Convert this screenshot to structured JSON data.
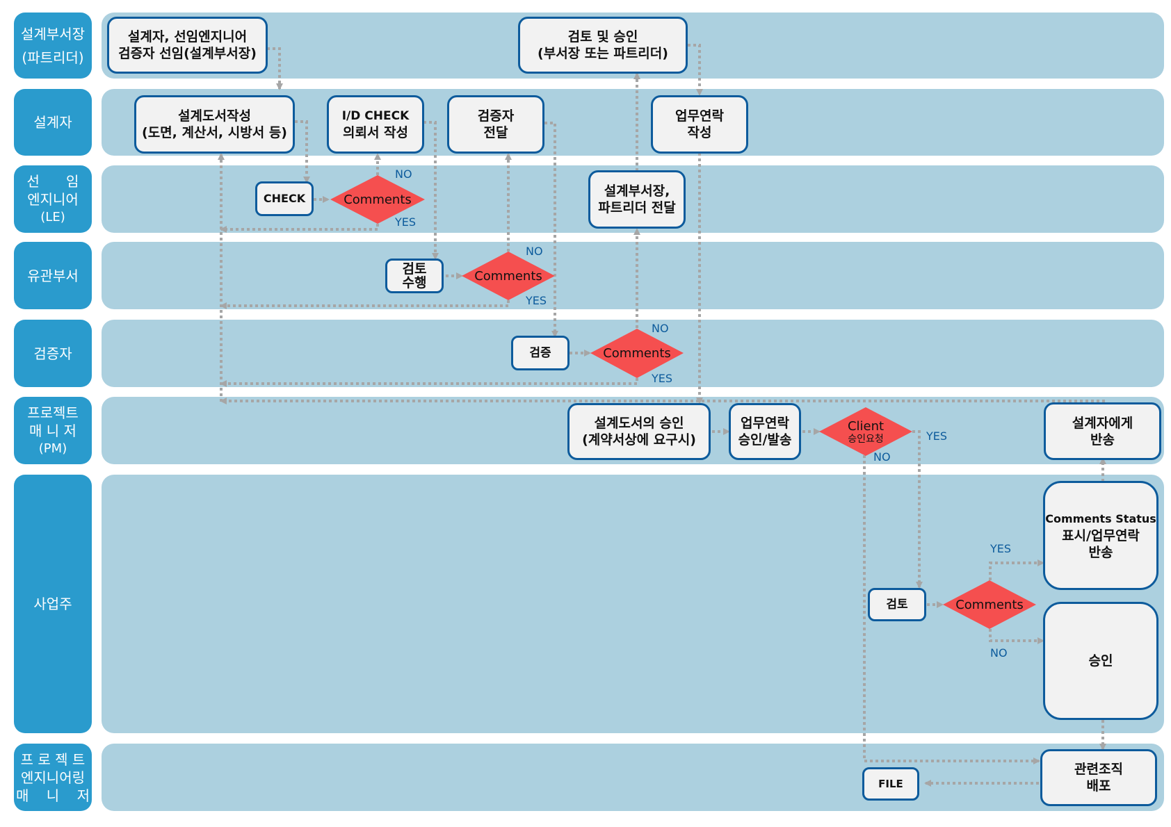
{
  "lanes": [
    {
      "id": "dept-head",
      "label": [
        "설계부서장",
        "(파트리더)"
      ]
    },
    {
      "id": "designer",
      "label": [
        "설계자"
      ]
    },
    {
      "id": "lead-engineer",
      "label": [
        "선      임",
        "엔지니어",
        "(LE)"
      ]
    },
    {
      "id": "related-dept",
      "label": [
        "유관부서"
      ]
    },
    {
      "id": "verifier",
      "label": [
        "검증자"
      ]
    },
    {
      "id": "pm",
      "label": [
        "프로젝트",
        "매 니 저",
        "(PM)"
      ]
    },
    {
      "id": "owner",
      "label": [
        "사업주"
      ]
    },
    {
      "id": "pem",
      "label": [
        "프 로 젝 트",
        "엔지니어링",
        "매    니    저"
      ]
    }
  ],
  "nodes": {
    "assign": [
      "설계자, 선임엔지니어",
      "검증자 선임(설계부서장)"
    ],
    "review_approve": [
      "검토 및 승인",
      "(부서장 또는 파트리더)"
    ],
    "drafting": [
      "설계도서작성",
      "(도면, 계산서, 시방서 등)"
    ],
    "id_check": [
      "I/D CHECK",
      "의뢰서 작성"
    ],
    "to_verifier": [
      "검증자",
      "전달"
    ],
    "memo_write": [
      "업무연락",
      "작성"
    ],
    "check": [
      "CHECK"
    ],
    "to_head": [
      "설계부서장,",
      "파트리더 전달"
    ],
    "review_perform": [
      "검토",
      "수행"
    ],
    "verify": [
      "검증"
    ],
    "doc_approval": [
      "설계도서의 승인",
      "(계약서상에 요구시)"
    ],
    "memo_send": [
      "업무연락",
      "승인/발송"
    ],
    "return_designer": [
      "설계자에게",
      "반송"
    ],
    "comments_status": [
      "Comments Status",
      "표시/업무연락",
      "반송"
    ],
    "owner_review": [
      "검토"
    ],
    "approve": [
      "승인"
    ],
    "distribute": [
      "관련조직",
      "배포"
    ],
    "file": [
      "FILE"
    ]
  },
  "decisions": {
    "le_comments": "Comments",
    "dept_comments": "Comments",
    "ver_comments": "Comments",
    "owner_comments": "Comments",
    "client": {
      "title": "Client",
      "subtitle": "승인요청"
    }
  },
  "branch_labels": {
    "yes": "YES",
    "no": "NO"
  },
  "colors": {
    "lane_label": "#2a9bcd",
    "lane_bg": "#acd0df",
    "node_border": "#0d5b9c",
    "node_fill": "#f2f2f2",
    "decision": "#f54f4f",
    "connector": "#a6a6a6",
    "branch_text": "#0d5b9c"
  }
}
